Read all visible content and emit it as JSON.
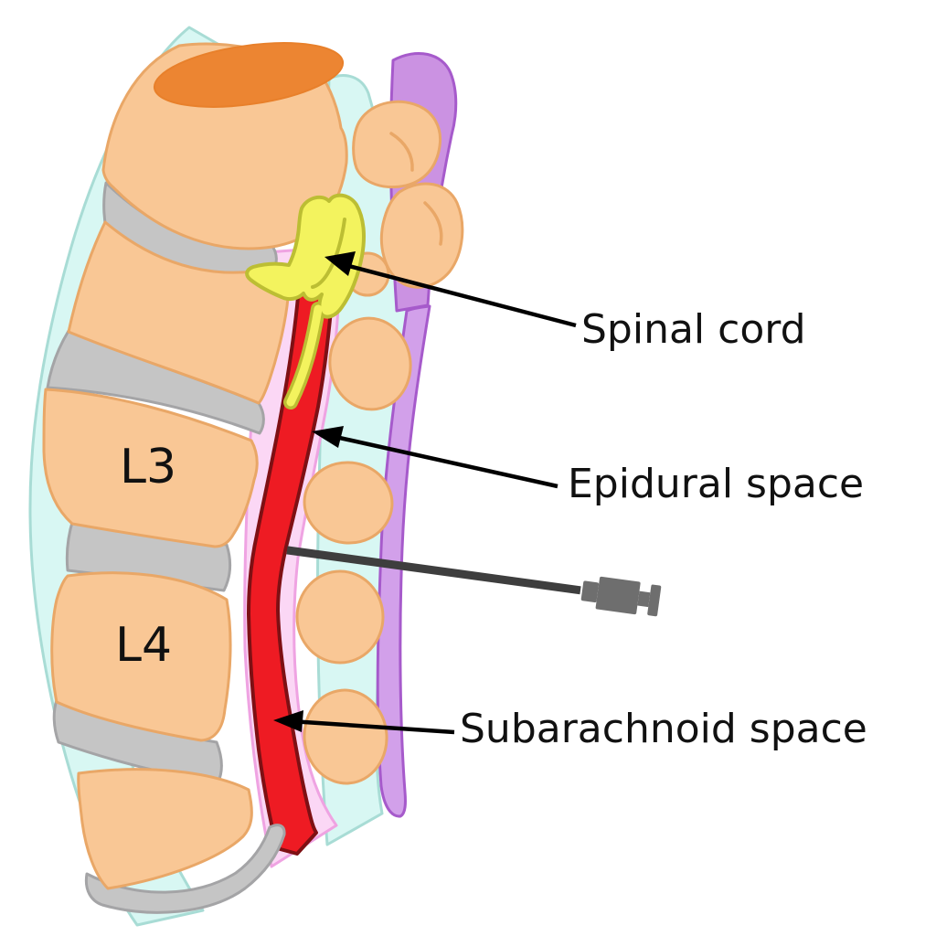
{
  "figure": {
    "labels": {
      "spinal_cord": "Spinal cord",
      "epidural_space": "Epidural space",
      "subarachnoid_space": "Subarachnoid space",
      "vertebra_l3": "L3",
      "vertebra_l4": "L4"
    },
    "colors": {
      "background": "#FFFFFF",
      "text": "#111111",
      "arrow": "#000000",
      "bone": "#F9C795",
      "bone_outline": "#E9A767",
      "bone_cut": "#EC8532",
      "bone_cut_outline": "#E8802B",
      "disc": "#C5C5C5",
      "disc_outline": "#A4A4A6",
      "skin": "#D8F7F3",
      "skin_outline": "#A8DCD5",
      "epidural": "#FBD7F5",
      "epidural_outline": "#EFA3E2",
      "csf": "#EE1B23",
      "csf_outline": "#7E1014",
      "cord": "#F3F35E",
      "cord_outline": "#BCBE33",
      "ligament": "#D2A0EA",
      "ligament_top": "#CB92E2",
      "ligament_outline": "#A65ACB",
      "needle_shaft": "#3E3E3E",
      "needle_hub": "#6E6E6E"
    }
  }
}
